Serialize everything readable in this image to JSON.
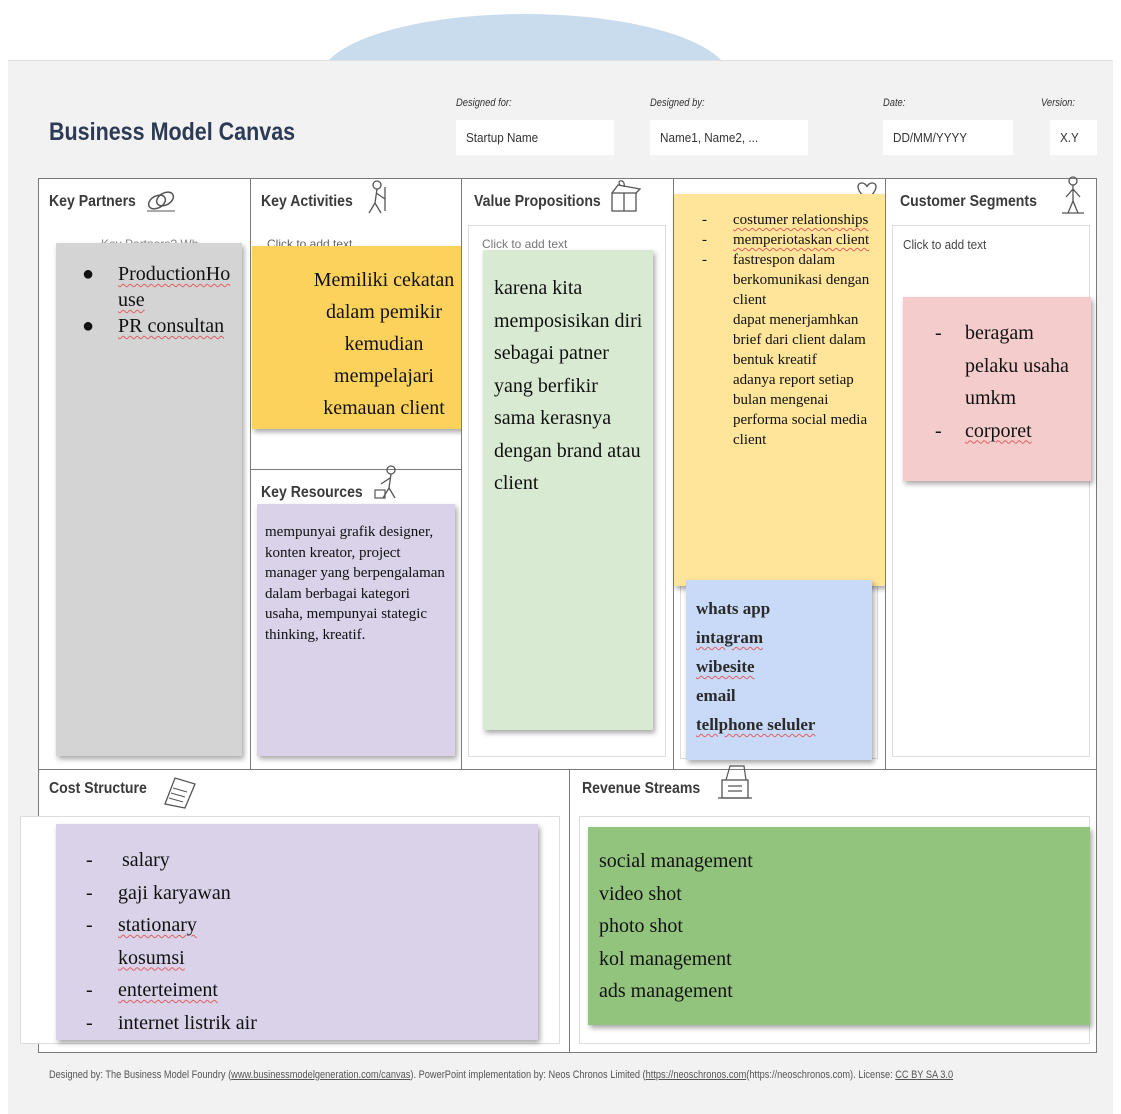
{
  "header": {
    "title": "Business Model Canvas",
    "designed_for_label": "Designed for:",
    "designed_for_value": "Startup Name",
    "designed_by_label": "Designed by:",
    "designed_by_value": "Name1, Name2, ...",
    "date_label": "Date:",
    "date_value": "DD/MM/YYYY",
    "version_label": "Version:",
    "version_value": "X.Y"
  },
  "blocks": {
    "key_partners": {
      "title": "Key Partners",
      "icon": "link-icon",
      "ghost_text": "Key Partners? Wh",
      "note_color": "#d4d4d4",
      "items": [
        "ProductionHo use",
        "PR consultan"
      ]
    },
    "key_activities": {
      "title": "Key Activities",
      "icon": "worker-icon",
      "hint": "Click to add text",
      "note_color": "#fcd25c",
      "text": "Memiliki cekatan dalam pemikir kemudian mempelajari kemauan client"
    },
    "key_resources": {
      "title": "Key Resources",
      "icon": "resources-icon",
      "note_color": "#d9d2e9",
      "text": "mempunyai grafik designer, konten kreator, project manager yang berpengalaman dalam berbagai kategori usaha, mempunyai stategic thinking, kreatif."
    },
    "value_propositions": {
      "title": "Value Propositions",
      "icon": "gift-icon",
      "hint": "Click to add text",
      "note_color": "#d9ead3",
      "text": "karena kita memposisikan diri sebagai patner yang berfikir sama kerasnya dengan brand atau client"
    },
    "customer_relationships": {
      "icon": "heart-icon",
      "note_color": "#ffe599",
      "items": [
        {
          "dash": "-",
          "text": "costumer relationships"
        },
        {
          "dash": "-",
          "text": "memperiotaskan client"
        },
        {
          "dash": "-",
          "text": "fastrespon dalam berkomunikasi dengan client"
        },
        {
          "dash": "",
          "text": "dapat menerjamhkan brief dari client dalam bentuk  kreatif"
        },
        {
          "dash": "",
          "text": "adanya report setiap bulan mengenai performa social media client"
        }
      ]
    },
    "channels": {
      "note_color": "#c9daf8",
      "items": [
        "whats app",
        "intagram",
        "wibesite",
        "email",
        "tellphone seluler"
      ]
    },
    "customer_segments": {
      "title": "Customer Segments",
      "icon": "person-icon",
      "hint": "Click to add text",
      "note_color": "#f4cccc",
      "items": [
        {
          "dash": "-",
          "text": "beragam pelaku usaha umkm"
        },
        {
          "dash": "-",
          "text": "corporet"
        }
      ]
    },
    "cost_structure": {
      "title": "Cost Structure",
      "icon": "receipt-icon",
      "note_color": "#d9d2e9",
      "items": [
        {
          "dash": "-",
          "text": "salary"
        },
        {
          "dash": "-",
          "text": "gaji karyawan"
        },
        {
          "dash": "-",
          "text": "stationary kosumsi"
        },
        {
          "dash": "-",
          "text": "enterteiment"
        },
        {
          "dash": "-",
          "text": "internet listrik air"
        }
      ]
    },
    "revenue_streams": {
      "title": "Revenue Streams",
      "icon": "cash-register-icon",
      "note_color": "#93c47d",
      "items": [
        "social management",
        "video shot",
        "photo shot",
        "kol management",
        "ads management"
      ]
    }
  },
  "footer": {
    "part1": "Designed by: The Business Model Foundry (",
    "link1": "www.businessmodelgeneration.com/canvas",
    "part2": "). PowerPoint implementation by: Neos Chronos Limited (",
    "link2": "https://neoschronos.com",
    "part3": "(https://neoschronos.com). License: ",
    "license": "CC BY SA 3.0"
  }
}
